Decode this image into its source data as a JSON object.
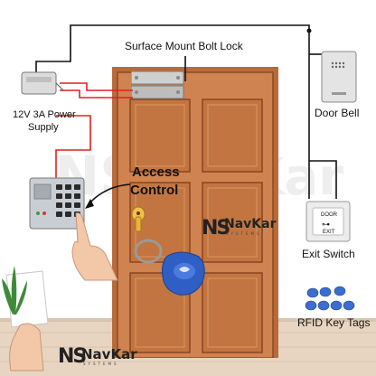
{
  "labels": {
    "bolt_lock": "Surface Mount Bolt Lock",
    "power_supply_line1": "12V 3A Power",
    "power_supply_line2": "Supply",
    "door_bell": "Door Bell",
    "access_control_line1": "Access",
    "access_control_line2": "Control",
    "exit_switch": "Exit Switch",
    "rfid_tags": "RFID Key Tags"
  },
  "exit_switch_panel": {
    "top": "DOOR",
    "bottom": "EXIT"
  },
  "brand": {
    "name": "NavKar",
    "sub": "SYSTEMS",
    "mark": "NS"
  },
  "watermark": {
    "text": "NavKar",
    "sub": "SYSTEMS",
    "mark": "NS"
  },
  "colors": {
    "door": "#c87a45",
    "door_dark": "#8e4a22",
    "wire_black": "#111111",
    "wire_red": "#e02020",
    "rfid_blue": "#2f5fc4",
    "floor": "#e6d2bd"
  }
}
